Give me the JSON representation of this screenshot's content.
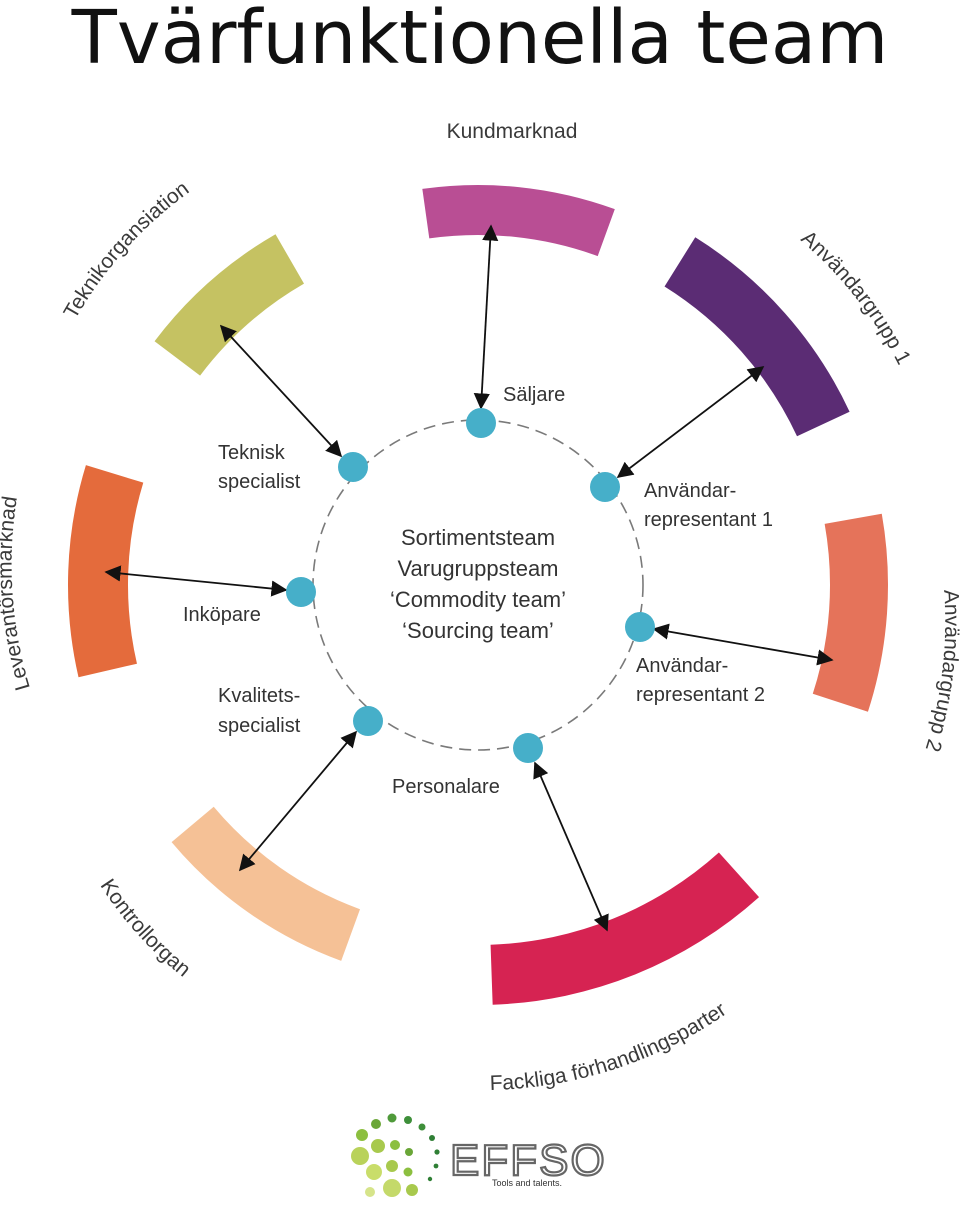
{
  "title": "Tvärfunktionella team",
  "center": {
    "lines": [
      "Sortimentsteam",
      "Varugruppsteam",
      "‘Commodity team’",
      "‘Sourcing team’"
    ]
  },
  "segments": [
    {
      "id": "kundmarknad",
      "label": "Kundmarknad",
      "color": "#B94E94"
    },
    {
      "id": "anvandargrupp-1",
      "label": "Användargrupp 1",
      "color": "#5B2C74"
    },
    {
      "id": "anvandargrupp-2",
      "label": "Användargrupp 2",
      "color": "#E5735A"
    },
    {
      "id": "fackliga",
      "label": "Fackliga förhandlingsparter",
      "color": "#D62352"
    },
    {
      "id": "kontrollorgan",
      "label": "Kontrollorgan",
      "color": "#F5C196"
    },
    {
      "id": "leverantorsmarknad",
      "label": "Leverantörsmarknad",
      "color": "#E46B3C"
    },
    {
      "id": "teknikorganisation",
      "label": "Teknikorgansiation",
      "color": "#C5C262"
    }
  ],
  "roles": [
    {
      "id": "saljare",
      "lines": [
        "Säljare"
      ]
    },
    {
      "id": "anvandarrep-1",
      "lines": [
        "Användar-",
        "representant 1"
      ]
    },
    {
      "id": "anvandarrep-2",
      "lines": [
        "Användar-",
        "representant 2"
      ]
    },
    {
      "id": "personalare",
      "lines": [
        "Personalare"
      ]
    },
    {
      "id": "kvalitetsspecialist",
      "lines": [
        "Kvalitets-",
        "specialist"
      ]
    },
    {
      "id": "inkopare",
      "lines": [
        "Inköpare"
      ]
    },
    {
      "id": "teknisk-specialist",
      "lines": [
        "Teknisk",
        "specialist"
      ]
    }
  ],
  "node_color": "#46AFC9",
  "logo": {
    "name": "EFFSO",
    "tagline": "Tools and talents."
  }
}
